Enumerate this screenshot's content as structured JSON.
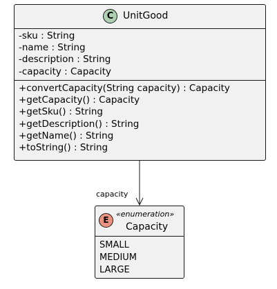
{
  "colors": {
    "box_fill": "#f1f1f1",
    "border": "#181818",
    "class_badge": "#add1b2",
    "enum_badge": "#eb937f",
    "text": "#000000"
  },
  "unit_good": {
    "badge_letter": "C",
    "name": "UnitGood",
    "attributes": [
      "-sku : String",
      "-name : String",
      "-description : String",
      "-capacity : Capacity"
    ],
    "methods": [
      "+convertCapacity(String capacity) : Capacity",
      "+getCapacity() : Capacity",
      "+getSku() : String",
      "+getDescription() : String",
      "+getName() : String",
      "+toString() : String"
    ]
  },
  "capacity": {
    "badge_letter": "E",
    "stereotype": "«enumeration»",
    "name": "Capacity",
    "values": [
      "SMALL",
      "MEDIUM",
      "LARGE"
    ]
  },
  "association": {
    "label": "capacity"
  }
}
